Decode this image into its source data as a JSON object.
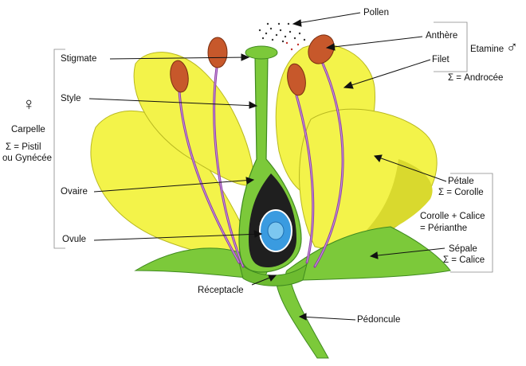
{
  "labels": {
    "pollen": "Pollen",
    "anthere": "Anthère",
    "etamine": "Etamine",
    "filet": "Filet",
    "androcee": "Σ = Androcée",
    "stigmate": "Stigmate",
    "style": "Style",
    "carpelle": "Carpelle",
    "pistil": "Σ = Pistil",
    "gynecee": "ou Gynécée",
    "ovaire": "Ovaire",
    "ovule": "Ovule",
    "petale": "Pétale",
    "corolle": "Σ = Corolle",
    "perianthe_1": "Corolle + Calice",
    "perianthe_2": "= Périanthe",
    "sepale": "Sépale",
    "calice": "Σ = Calice",
    "receptacle": "Réceptacle",
    "pedoncule": "Pédoncule"
  },
  "symbols": {
    "female": "♀",
    "male": "♂"
  },
  "colors": {
    "petal": "#f3f34a",
    "petal_shade": "#d9d92e",
    "green": "#7cc93a",
    "green_dark": "#3f8a1f",
    "anther": "#c7582b",
    "filament": "#8a3aa6",
    "ovary_core": "#1f1f1f",
    "ovule": "#3a9be0"
  }
}
